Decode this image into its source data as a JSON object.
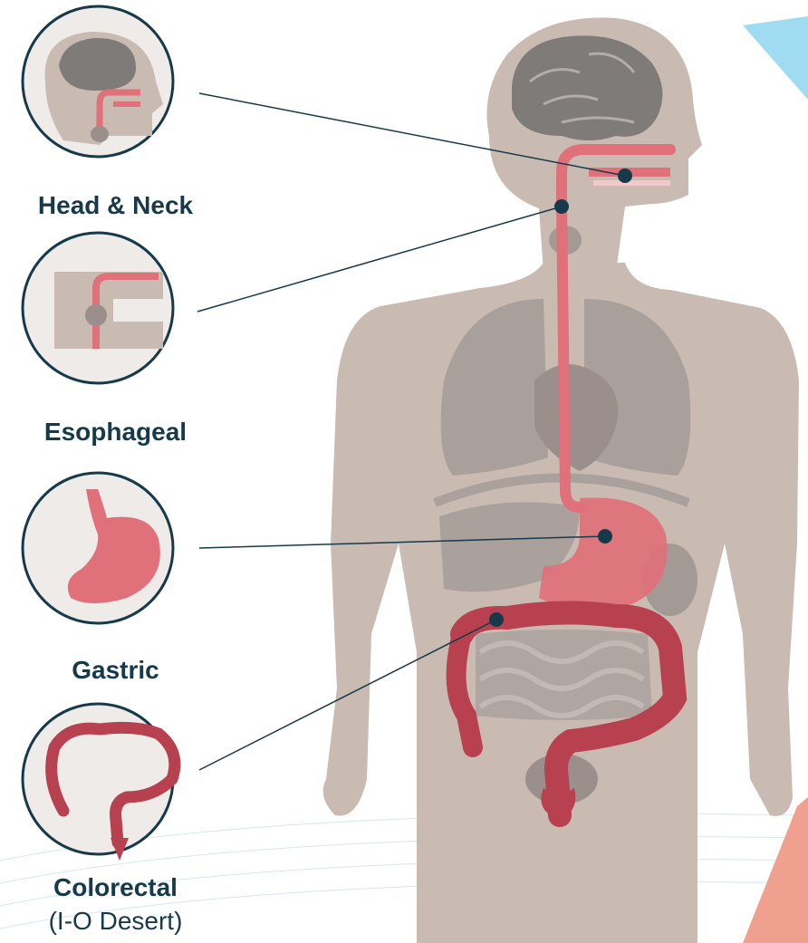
{
  "diagram": {
    "regions": [
      {
        "id": "head-neck",
        "label": "Head & Neck",
        "sublabel": ""
      },
      {
        "id": "esophageal",
        "label": "Esophageal",
        "sublabel": ""
      },
      {
        "id": "gastric",
        "label": "Gastric",
        "sublabel": ""
      },
      {
        "id": "colorectal",
        "label": "Colorectal",
        "sublabel": "(I-O Desert)"
      }
    ]
  },
  "colors": {
    "body": "#c9bab2",
    "organ": "#a9a09b",
    "digestive_tract": "#e0707a",
    "colon": "#b8414f",
    "label_text": "#173a4a",
    "callout_line": "#173a4a",
    "circle_fill": "#efebe8",
    "accent_blue": "#9fdcf1"
  }
}
